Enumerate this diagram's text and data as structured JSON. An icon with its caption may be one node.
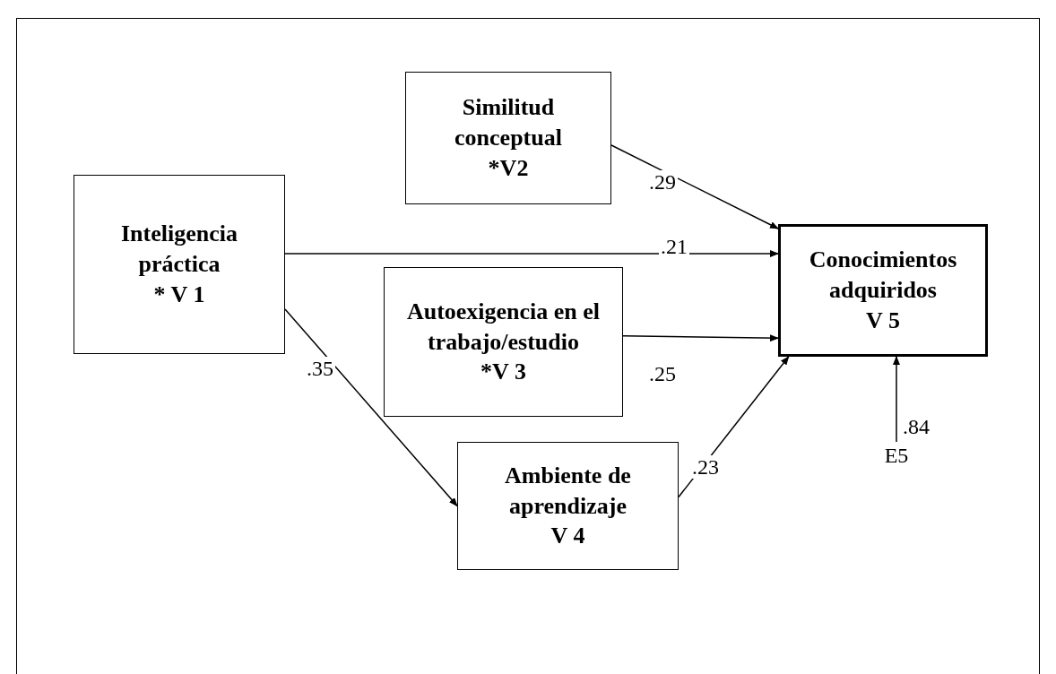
{
  "diagram": {
    "nodes": [
      {
        "text": [
          "Inteligencia práctica",
          "* V 1"
        ]
      },
      {
        "text": [
          "Similitud conceptual",
          "*V2"
        ]
      },
      {
        "text": [
          "Autoexigencia en el trabajo/estudio",
          "*V 3"
        ]
      },
      {
        "text": [
          "Ambiente de aprendizaje",
          "V 4"
        ]
      },
      {
        "text": [
          "Conocimientos adquiridos",
          "V 5"
        ]
      },
      {
        "text": [
          "E5"
        ]
      }
    ],
    "edges": [
      {
        "from": 0,
        "to": 4,
        "arrow": "to",
        "label": ".21"
      },
      {
        "from": 1,
        "to": 4,
        "arrow": "to",
        "label": ".29"
      },
      {
        "from": 2,
        "to": 4,
        "arrow": "to",
        "label": ".25"
      },
      {
        "from": 3,
        "to": 4,
        "arrow": "to",
        "label": ".23"
      },
      {
        "from": 0,
        "to": 3,
        "arrow": "to",
        "label": ".35"
      },
      {
        "from": 5,
        "to": 4,
        "arrow": "to",
        "label": ".84"
      }
    ]
  }
}
